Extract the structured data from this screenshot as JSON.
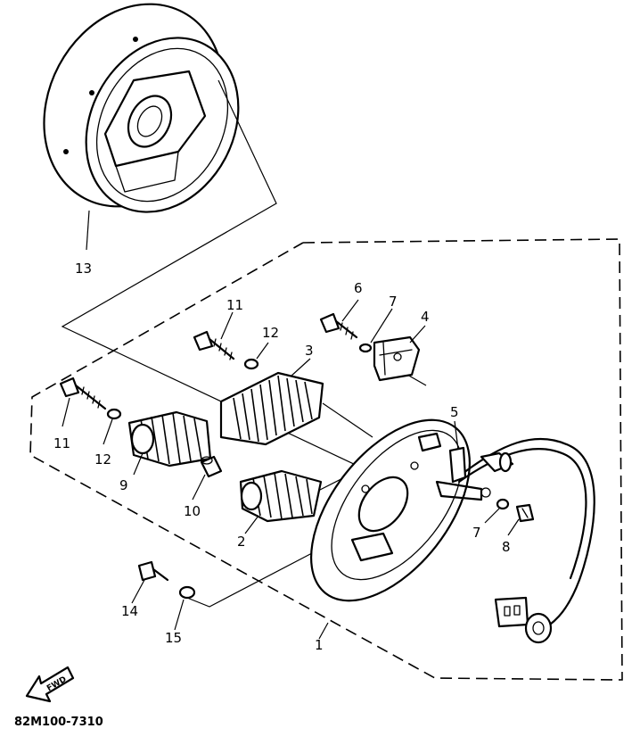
{
  "diagram": {
    "part_labels": {
      "p1": "1",
      "p2": "2",
      "p3": "3",
      "p4": "4",
      "p5": "5",
      "p6": "6",
      "p7a": "7",
      "p7b": "7",
      "p8": "8",
      "p9": "9",
      "p10": "10",
      "p11a": "11",
      "p11b": "11",
      "p12a": "12",
      "p12b": "12",
      "p13": "13",
      "p14": "14",
      "p15": "15"
    },
    "fwd_label": "FWD",
    "drawing_code": "82M100-7310"
  },
  "icons": {
    "front_arrow": "forward-arrow-icon"
  }
}
